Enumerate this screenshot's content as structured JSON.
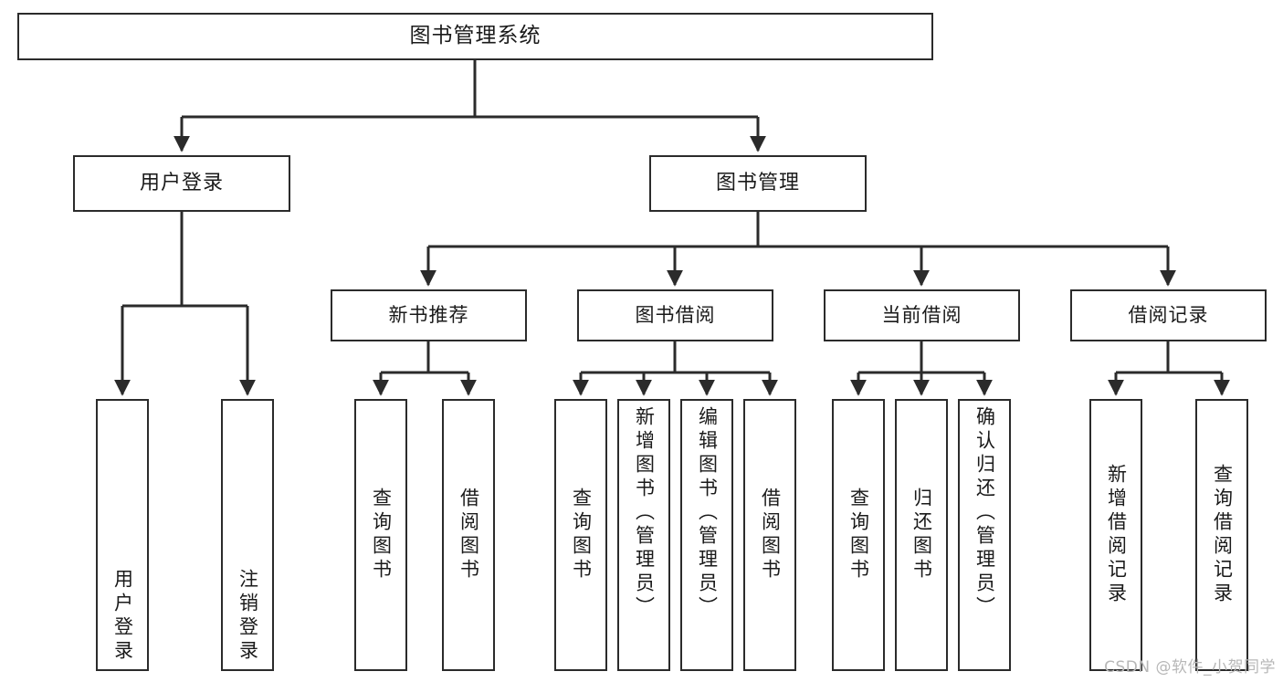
{
  "diagram": {
    "title": "图书管理系统",
    "type": "tree",
    "orientation": "top-down",
    "colors": {
      "box_border": "#2b2b2b",
      "box_fill": "#ffffff",
      "connector": "#2b2b2b",
      "text": "#1a1a1a",
      "background": "#ffffff",
      "watermark": "#b7b7b7"
    },
    "root": {
      "label": "图书管理系统"
    },
    "level1": [
      {
        "label": "用户登录"
      },
      {
        "label": "图书管理"
      }
    ],
    "level2": [
      {
        "label": "新书推荐"
      },
      {
        "label": "图书借阅"
      },
      {
        "label": "当前借阅"
      },
      {
        "label": "借阅记录"
      }
    ],
    "leaves": {
      "user_login": [
        {
          "label": "用户登录"
        },
        {
          "label": "注销登录"
        }
      ],
      "new_book_recommend": [
        {
          "label": "查询图书"
        },
        {
          "label": "借阅图书"
        }
      ],
      "book_borrow": [
        {
          "label": "查询图书"
        },
        {
          "label": "新增图书（管理员）"
        },
        {
          "label": "编辑图书（管理员）"
        },
        {
          "label": "借阅图书"
        }
      ],
      "current_borrow": [
        {
          "label": "查询图书"
        },
        {
          "label": "归还图书"
        },
        {
          "label": "确认归还（管理员）"
        }
      ],
      "borrow_record": [
        {
          "label": "新增借阅记录"
        },
        {
          "label": "查询借阅记录"
        }
      ]
    }
  },
  "watermark": {
    "text": "CSDN @软件_小贺同学"
  }
}
